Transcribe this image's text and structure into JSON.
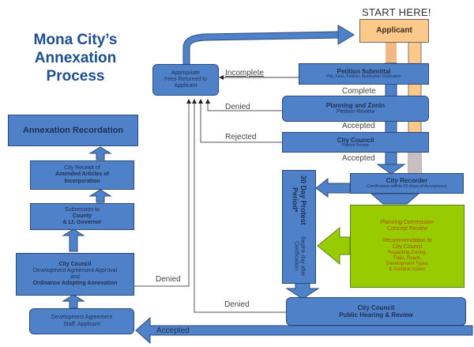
{
  "title": "Mona City's Annexation Process",
  "title_lines": [
    "Mona City’s",
    "Annexation",
    "Process"
  ],
  "start_label": "START HERE!",
  "nodes": {
    "applicant": {
      "title": "Applicant"
    },
    "petition_submittal": {
      "title": "Petition Submittal",
      "subtitle": "Plat, Fees, Petition, Application Verification"
    },
    "planning_zoning": {
      "title": "Planning and Zonin",
      "subtitle": "Petition Review"
    },
    "city_council_petition": {
      "title": "City Council",
      "subtitle": "Petition Review"
    },
    "city_recorder": {
      "title": "City Recorder",
      "subtitle": "Certification within 30 days of Acceptance"
    },
    "fees_returned": {
      "lines": [
        "Appropriate",
        "Fees Returned to",
        "Applicant"
      ]
    },
    "protest_period": {
      "title": "30 Day Protest Period*",
      "subtitle": "Begins day after Certification"
    },
    "planning_commission": {
      "lines": [
        "Planning Commission",
        "Concept Review",
        "",
        "Recommendation to",
        "City Council"
      ],
      "detail_lines": [
        "Regarding Zoning,",
        "Trails, Roads,",
        "Development Types",
        "& General Issues"
      ]
    },
    "public_hearing": {
      "title": "City Council",
      "subtitle": "Public Hearing & Review"
    },
    "development_agreement": {
      "lines": [
        "Development Agreement",
        "Staff, Applicant"
      ]
    },
    "council_approval": {
      "title": "City Council",
      "lines": [
        "Development Agreement Approval",
        "and",
        "Ordinance Adopting Annexation"
      ]
    },
    "submission_county": {
      "lines": [
        "Submission to",
        "County",
        "& Lt. Governor"
      ]
    },
    "city_receipt": {
      "lines": [
        "City Receipt of",
        "Amended Articles of",
        "Incorporation"
      ]
    },
    "recordation": {
      "title": "Annexation Recordation"
    }
  },
  "edge_labels": {
    "incomplete": "Incomplete",
    "complete": "Complete",
    "denied_pz": "Denied",
    "accepted_pz": "Accepted",
    "rejected": "Rejected",
    "accepted_cc": "Accepted",
    "denied_approval": "Denied",
    "denied_hearing": "Denied",
    "accepted_hearing": "Accepted"
  },
  "colors": {
    "box_blue": "#4f81c9",
    "box_border": "#2c4a78",
    "title_blue": "#1f4e8c",
    "green": "#99cc00",
    "green_text": "#b24d08",
    "peach": "#fdc98b"
  }
}
